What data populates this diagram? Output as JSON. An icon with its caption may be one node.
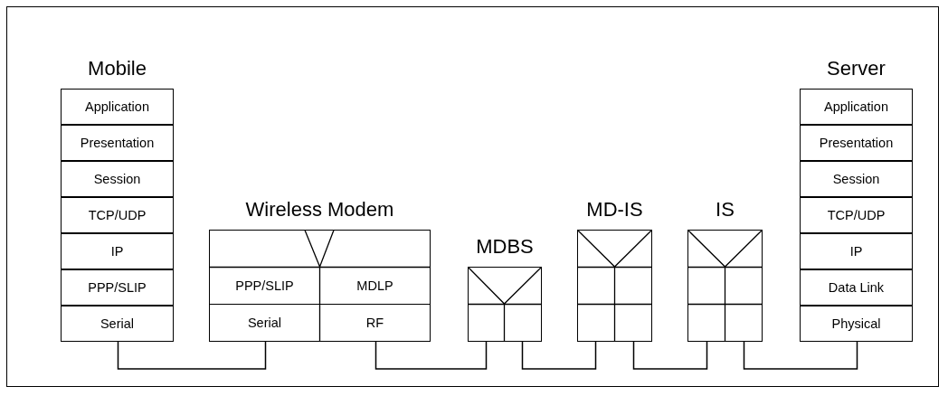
{
  "diagram": {
    "nodes": [
      {
        "text": [
          "Mobile"
        ]
      },
      {
        "text": [
          "Application"
        ],
        "in": 0
      },
      {
        "text": [
          "Presentation"
        ],
        "in": 0
      },
      {
        "text": [
          "Session"
        ],
        "in": 0
      },
      {
        "text": [
          "TCP/UDP"
        ],
        "in": 0
      },
      {
        "text": [
          "IP"
        ],
        "in": 0
      },
      {
        "text": [
          "PPP/SLIP"
        ],
        "in": 0
      },
      {
        "text": [
          "Serial"
        ],
        "in": 0
      },
      {
        "text": [
          "Wireless Modem"
        ]
      },
      {
        "text": [
          "PPP/SLIP"
        ],
        "in": 8
      },
      {
        "text": [
          "MDLP"
        ],
        "in": 8
      },
      {
        "text": [
          "Serial"
        ],
        "in": 8
      },
      {
        "text": [
          "RF"
        ],
        "in": 8
      },
      {
        "text": [
          "MDBS"
        ]
      },
      {
        "text": [
          "MD-IS"
        ]
      },
      {
        "text": [
          "IS"
        ]
      },
      {
        "text": [
          "Server"
        ]
      },
      {
        "text": [
          "Application"
        ],
        "in": 16
      },
      {
        "text": [
          "Presentation"
        ],
        "in": 16
      },
      {
        "text": [
          "Session"
        ],
        "in": 16
      },
      {
        "text": [
          "TCP/UDP"
        ],
        "in": 16
      },
      {
        "text": [
          "IP"
        ],
        "in": 16
      },
      {
        "text": [
          "Data Link"
        ],
        "in": 16
      },
      {
        "text": [
          "Physical"
        ],
        "in": 16
      }
    ],
    "edges": [
      {
        "from": 7,
        "to": 11,
        "arrow": "none"
      },
      {
        "from": 12,
        "to": 13,
        "arrow": "none"
      },
      {
        "from": 13,
        "to": 14,
        "arrow": "none"
      },
      {
        "from": 14,
        "to": 15,
        "arrow": "none"
      },
      {
        "from": 15,
        "to": 23,
        "arrow": "none"
      }
    ]
  }
}
